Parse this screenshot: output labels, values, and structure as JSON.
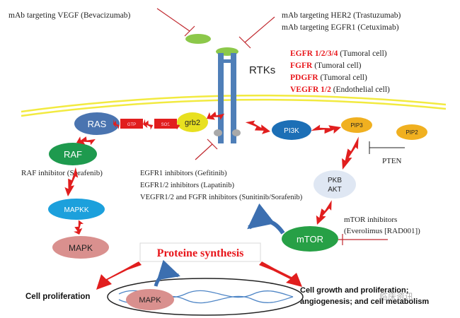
{
  "antibodies": {
    "vegf": "mAb targeting VEGF (Bevacizumab)",
    "her2": "mAb targeting HER2 (Trastuzumab)",
    "egfr1": "mAb targeting EGFR1 (Cetuximab)"
  },
  "rtks": {
    "label": "RTKs",
    "lines": [
      {
        "name": "EGFR 1/2/3/4",
        "detail": " (Tumoral cell)"
      },
      {
        "name": "FGFR",
        "detail": " (Tumoral cell)"
      },
      {
        "name": "PDGFR",
        "detail": " (Tumoral cell)"
      },
      {
        "name": "VEGFR 1/2",
        "detail": " (Endothelial cell)"
      }
    ]
  },
  "nodes": {
    "ras": "RAS",
    "gtp": "GTP",
    "sos": "SOS",
    "grb2": "grb2",
    "raf": "RAF",
    "mapkk": "MAPKK",
    "mapk": "MAPK",
    "pi3k": "PI3K",
    "pip3": "PIP3",
    "pip2": "PIP2",
    "pten": "PTEN",
    "pkb": "PKB",
    "akt": "AKT",
    "mtor": "mTOR",
    "mapk_nucleus": "MAPK"
  },
  "inhibitors": {
    "raf": "RAF inhibitor (Sorafenib)",
    "tk": [
      "EGFR1 inhibitors (Gefitinib)",
      "EGFR1/2  inhibitors (Lapatinib)",
      "VEGFR1/2 and FGFR inhibitors (Sunitinib/Sorafenib)"
    ],
    "mtor": [
      "mTOR inhibitors",
      "(Everolimus [RAD001])"
    ]
  },
  "outcomes": {
    "synthesis": "Proteine synthesis",
    "proliferation": "Cell proliferation",
    "growth": [
      "Cell growth and proliferation;",
      "angiogenesis; and cell metabolism"
    ]
  },
  "watermark": "临床资讯",
  "colors": {
    "ras": "#4a74b0",
    "raf": "#1e9a4e",
    "mapkk": "#1ca0dc",
    "mapk": "#d9908e",
    "grb2": "#e8e020",
    "pi3k": "#1c6fb6",
    "pip": "#f0b020",
    "pkb": "#dfe7f3",
    "mtor": "#27a046",
    "arrow": "#e11e1e",
    "receptor": "#4f7fb8",
    "membrane": "#f2ea40",
    "accent_red": "#e8161b"
  }
}
